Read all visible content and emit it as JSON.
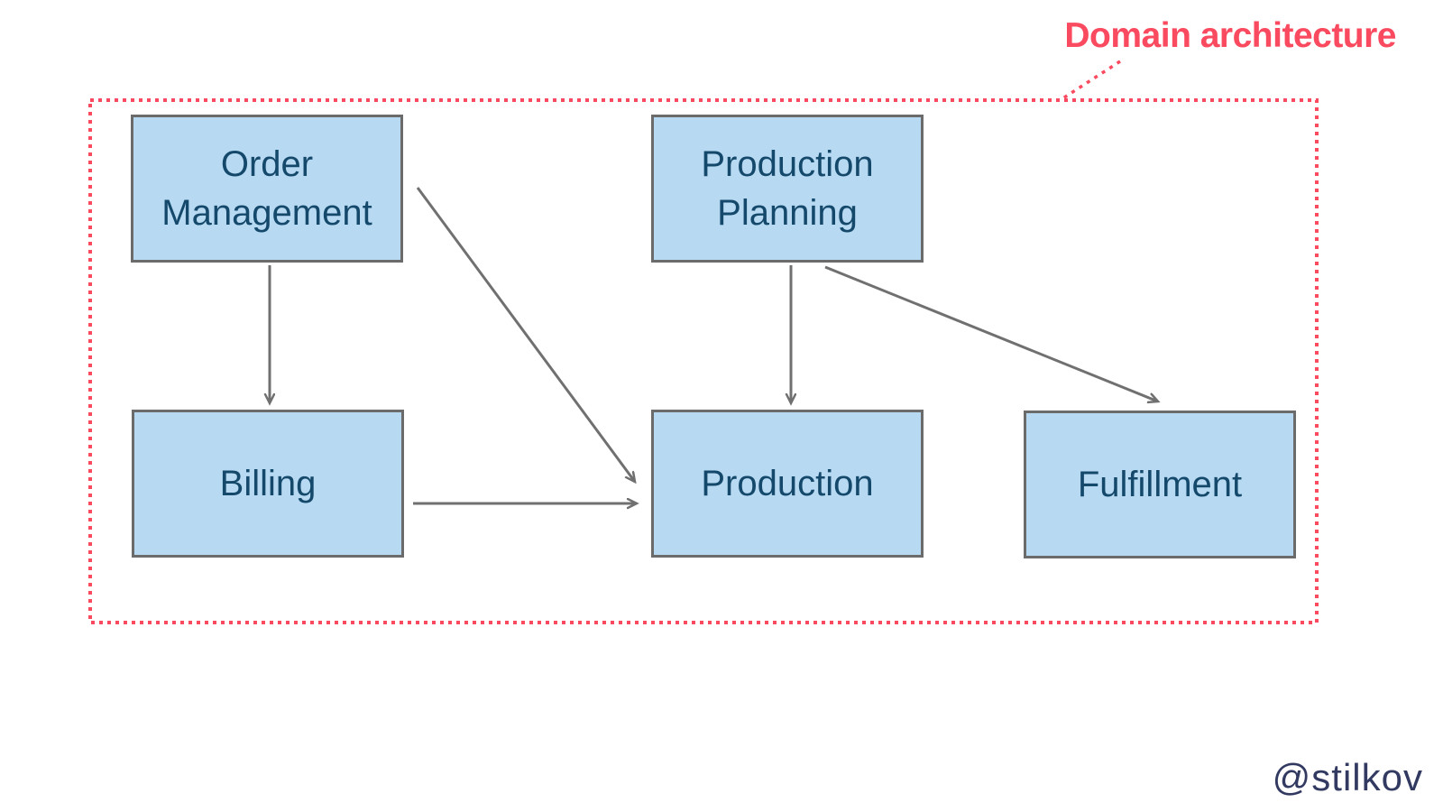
{
  "title": {
    "label": "Domain architecture"
  },
  "watermark": "@stilkov",
  "colors": {
    "accent_red": "#fa4a5f",
    "box_fill": "#b7d9f2",
    "box_border": "#6b6b6b",
    "box_text": "#14496b",
    "arrow_gray": "#707070",
    "watermark_navy": "#333a61",
    "background": "#ffffff"
  },
  "diagram": {
    "boundary": {
      "label": "Domain architecture",
      "style": "red-dotted-rectangle"
    },
    "nodes": [
      {
        "id": "order-management",
        "label": "Order Management"
      },
      {
        "id": "production-planning",
        "label": "Production Planning"
      },
      {
        "id": "billing",
        "label": "Billing"
      },
      {
        "id": "production",
        "label": "Production"
      },
      {
        "id": "fulfillment",
        "label": "Fulfillment"
      }
    ],
    "edges": [
      {
        "from": "order-management",
        "to": "billing"
      },
      {
        "from": "order-management",
        "to": "production"
      },
      {
        "from": "billing",
        "to": "production"
      },
      {
        "from": "production-planning",
        "to": "production"
      },
      {
        "from": "production-planning",
        "to": "fulfillment"
      }
    ]
  }
}
